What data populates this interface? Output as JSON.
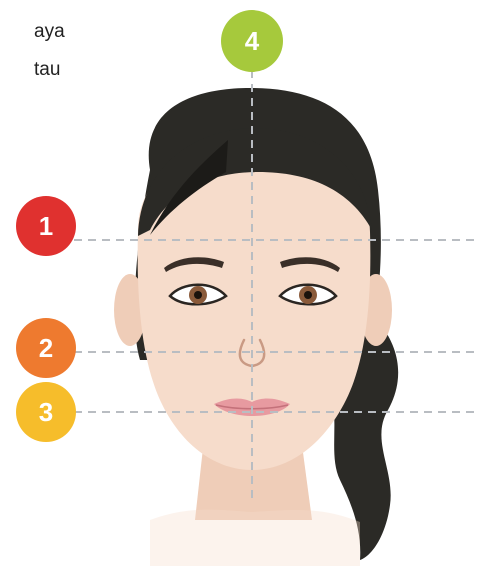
{
  "text_fragments": {
    "top_line1": "aya",
    "top_line2": "tau"
  },
  "markers": [
    {
      "label": "1",
      "color": "#e0312f"
    },
    {
      "label": "2",
      "color": "#ee7a2f"
    },
    {
      "label": "3",
      "color": "#f6bd2b"
    },
    {
      "label": "4",
      "color": "#a6c93c"
    }
  ],
  "colors": {
    "guide_line": "#b9bdc2",
    "hair": "#2b2a26",
    "skin": "#f6dccb",
    "lips": "#e79aa0",
    "iris": "#8a5a3a"
  }
}
